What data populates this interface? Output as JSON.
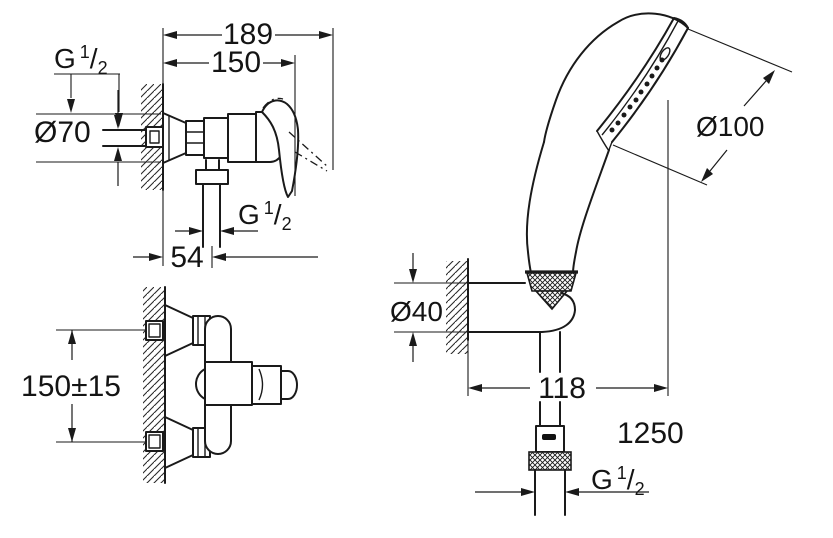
{
  "colors": {
    "line": "#1a1a1a",
    "background": "#ffffff",
    "text": "#141414"
  },
  "side_view": {
    "dim_overall_depth": "189",
    "dim_body_depth": "150",
    "inlet_thread": {
      "g": "G",
      "sup": "1",
      "slash": "/",
      "sub": "2"
    },
    "dim_escutcheon_diameter": "Ø70",
    "outlet_thread": {
      "g": "G",
      "sup": "1",
      "slash": "/",
      "sub": "2"
    },
    "dim_outlet_offset": "54"
  },
  "plan_view": {
    "dim_connection_distance": "150±15"
  },
  "shower_view": {
    "dim_spray_face_diameter": "Ø100",
    "dim_holder_diameter": "Ø40",
    "dim_holder_reach": "118",
    "dim_hose_length": "1250",
    "hose_thread": {
      "g": "G",
      "sup": "1",
      "slash": "/",
      "sub": "2"
    }
  }
}
